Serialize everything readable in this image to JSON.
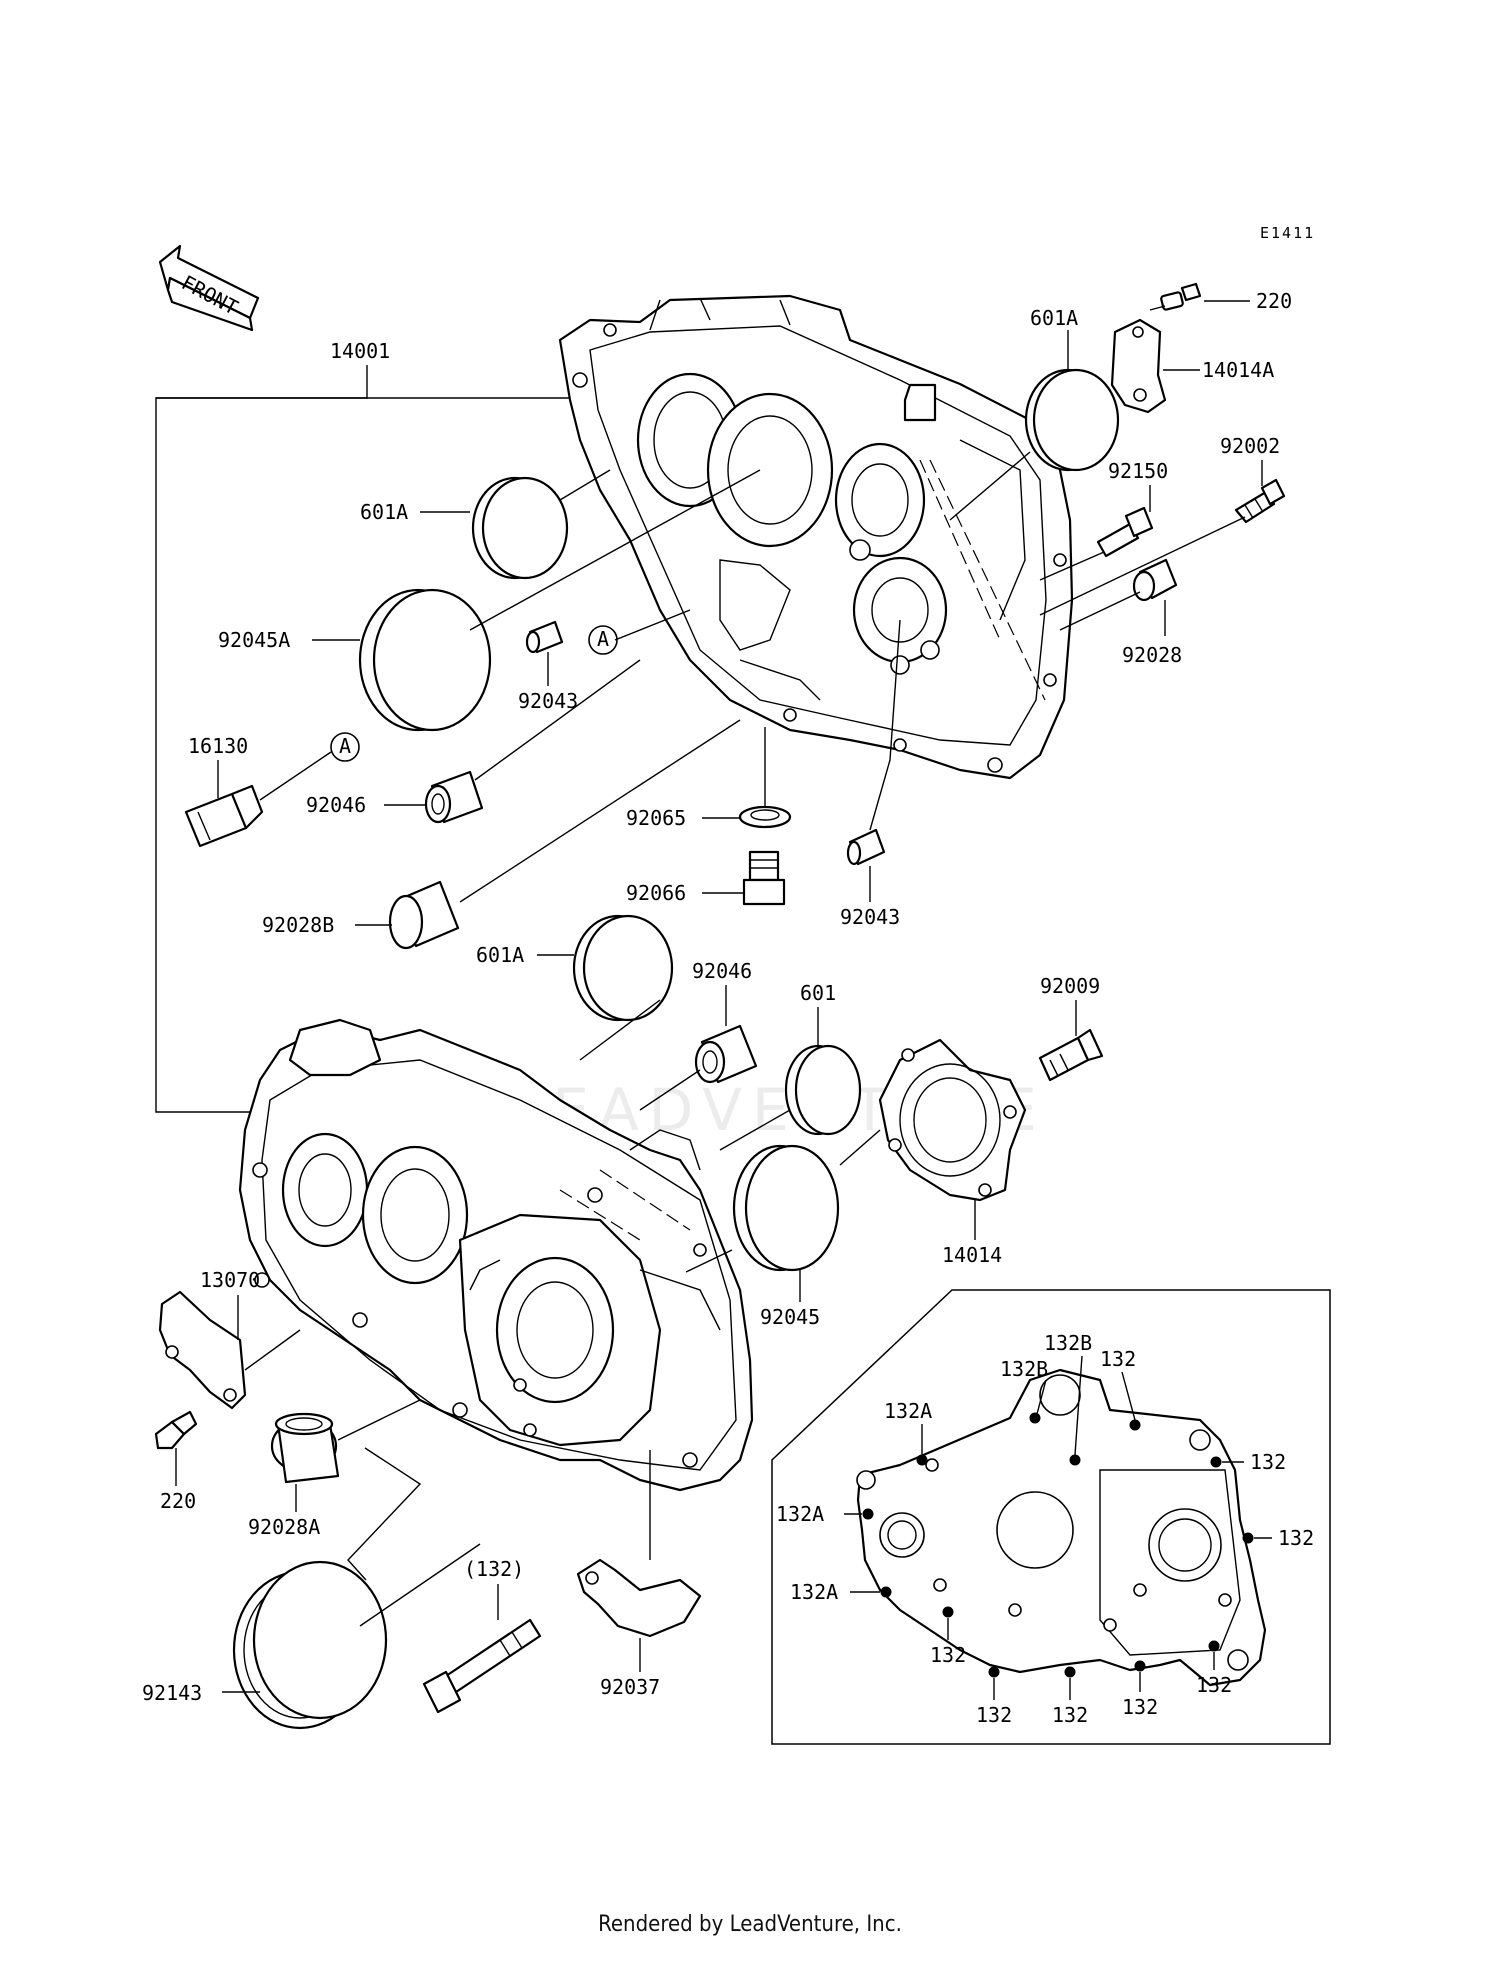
{
  "diagram_code": "E1411",
  "front_label": "FRONT",
  "watermark": "LEADVENTURE",
  "footer": "Rendered by LeadVenture, Inc.",
  "callouts": {
    "c220_top": "220",
    "c14014A": "14014A",
    "c601A_tr": "601A",
    "c92002": "92002",
    "c92150": "92150",
    "c92028": "92028",
    "c14001": "14001",
    "c601A_tl": "601A",
    "c92045A": "92045A",
    "c92043_l": "92043",
    "cA_mid": "A",
    "c16130": "16130",
    "cA_left": "A",
    "c92046_l": "92046",
    "c92065": "92065",
    "c92066": "92066",
    "c92043_r": "92043",
    "c92028B": "92028B",
    "c601A_mid": "601A",
    "c92046_m": "92046",
    "c601": "601",
    "c92009": "92009",
    "c14014": "14014",
    "c92045": "92045",
    "c13070": "13070",
    "c220_bot": "220",
    "c92028A": "92028A",
    "c132p": "(132)",
    "c92143": "92143",
    "c92037": "92037",
    "inset": {
      "i132B_a": "132B",
      "i132B_b": "132B",
      "i132_a": "132",
      "i132A_a": "132A",
      "i132_b": "132",
      "i132A_b": "132A",
      "i132_c": "132",
      "i132A_c": "132A",
      "i132_d": "132",
      "i132_e": "132",
      "i132_f": "132",
      "i132_g": "132",
      "i132_h": "132"
    }
  }
}
